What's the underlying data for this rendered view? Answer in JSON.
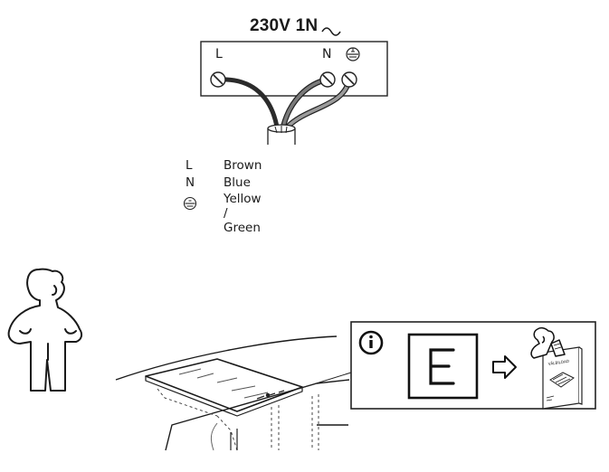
{
  "supply": {
    "title": "230V 1N",
    "ac_symbol": "~"
  },
  "terminal_block": {
    "label_l": "L",
    "label_n": "N"
  },
  "legend": [
    {
      "code": "L",
      "text": "Brown"
    },
    {
      "code": "N",
      "text": "Blue"
    },
    {
      "code": "",
      "text": "Yellow / Green"
    }
  ],
  "info_panel": {
    "display_char": "E",
    "info_glyph": "i",
    "manual_title": "VÄLBILDAD"
  },
  "colors": {
    "brown_wire": "#2b2b2b",
    "blue_wire": "#7a7a7a",
    "earth_wire": "#9a9a9a"
  }
}
